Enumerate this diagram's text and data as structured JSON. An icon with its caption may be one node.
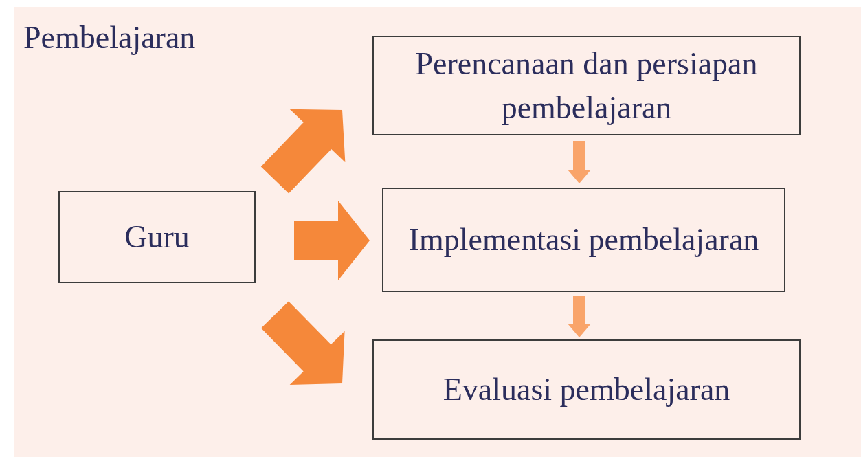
{
  "diagram": {
    "title": "Pembelajaran",
    "nodes": [
      {
        "text": [
          "Guru"
        ]
      },
      {
        "text": [
          "Perencanaan dan persiapan pembelajaran"
        ]
      },
      {
        "text": [
          "Implementasi pembelajaran"
        ]
      },
      {
        "text": [
          "Evaluasi pembelajaran"
        ]
      }
    ],
    "edges": [
      {
        "from": 0,
        "to": 1,
        "arrow": "to"
      },
      {
        "from": 0,
        "to": 2,
        "arrow": "to"
      },
      {
        "from": 0,
        "to": 3,
        "arrow": "to"
      },
      {
        "from": 1,
        "to": 2,
        "arrow": "to",
        "color": "#f9a46a"
      },
      {
        "from": 2,
        "to": 3,
        "arrow": "to",
        "color": "#f9a46a"
      }
    ]
  }
}
